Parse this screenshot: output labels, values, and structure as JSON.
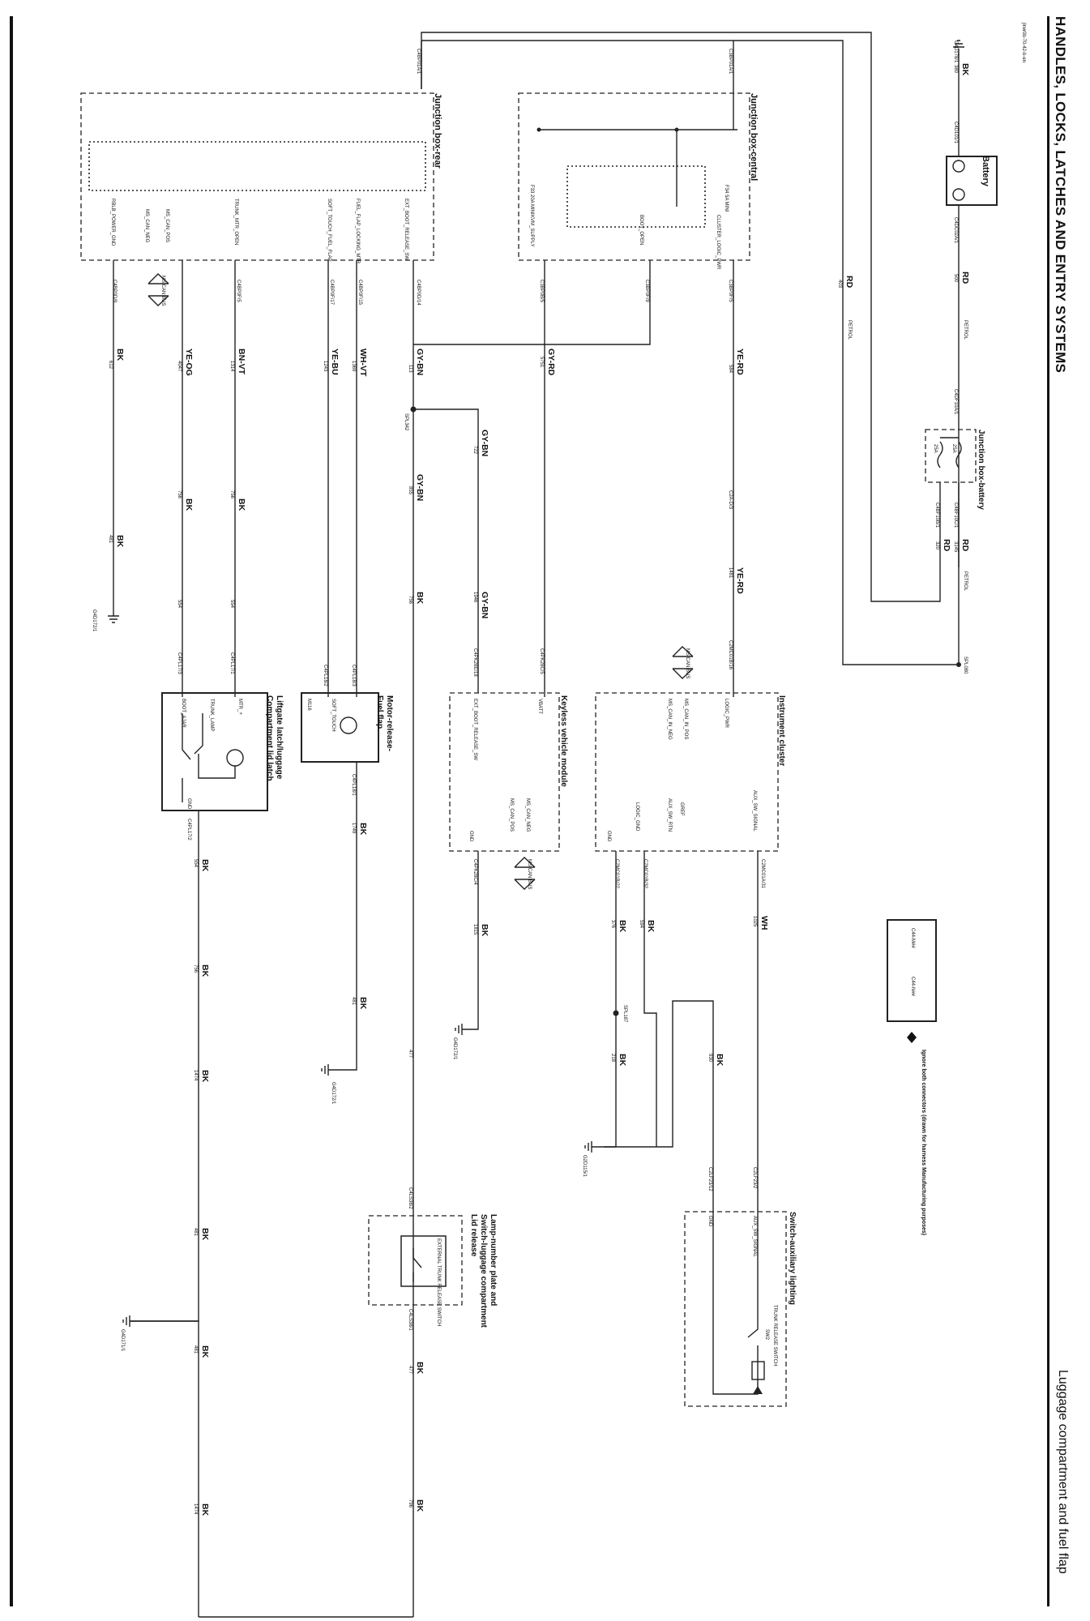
{
  "page_title": "HANDLES, LOCKS, LATCHES AND ENTRY SYSTEMS",
  "page_subtitle": "Luggage compartment and fuel flap",
  "drawing_id": "jlrwr0b-70-42-b-en",
  "legend": {
    "connector_a": "C44-M##",
    "connector_b": "C44-N##",
    "note": "Ignore both connectors (drawn for harness Manufacturing purposes)"
  },
  "components": {
    "battery": "Battery",
    "jb_battery": "Junction box-battery",
    "jb_central": "Junction box-central",
    "jb_rear": "Junction box-rear",
    "cluster": "Instrument cluster",
    "keyless": "Keyless vehicle module",
    "liftgate_1": "Liftgate latch/luggage",
    "liftgate_2": "Compartment lid latch",
    "fuelflap_1": "Motor-release-",
    "fuelflap_2": "Fuel flap",
    "lamp_1": "Lamp-number plate and",
    "lamp_2": "Switch-luggage compartment",
    "lamp_3": "Lid release",
    "aux_1": "Switch-auxiliary lighting",
    "aux_2": "TRUNK RELEASE SWITCH"
  },
  "wire_colors": {
    "bk": "BK",
    "rd": "RD",
    "yerd": "YE-RD",
    "gyrd": "GY-RD",
    "gybn": "GY-BN",
    "whvt": "WH-VT",
    "yebu": "YE-BU",
    "bnvt": "BN-VT",
    "yeog": "YE-OG",
    "wh": "WH"
  },
  "labels": {
    "petrol": "PETROL",
    "spl080": "SPL080",
    "spl342": "SPL342",
    "spl187": "SPL187",
    "g4d178": "G4D178/1",
    "g4d172": "G4D172/1",
    "g4d171": "G4D171/1",
    "g2d115": "G2D115/1",
    "c4bp01a": "C4BP01A/1",
    "c3bp01a": "C3BP01A/1",
    "c4d101": "C4D101/1",
    "c4dc02a": "C4DC02A/1",
    "c4df10a": "C4DF10A/1",
    "c4bf10c": "C4BF10C/1",
    "c4bf10b": "C4BF10B/1",
    "f25a": "25A",
    "f34": "F34 5A MINI",
    "f33": "F33 20A MINI",
    "cluster_logic_pwr": "CLUSTER_LOGIC_PWR",
    "boot_open": "BOOT_OPEN",
    "kvm_supply": "KVM_SUPPLY",
    "ext_boot_release_sw": "EXT_BOOT_RELEASE_SW",
    "fuel_flap_locking_mtr": "FUEL_FLAP_LOCKING_MTR",
    "soft_touch_fuel_flap": "SOFT_TOUCH_FUEL_FLAP",
    "trunk_mtr_open": "TRUNK_MTR_OPEN",
    "ms_can_pos": "MS_CAN_POS",
    "ms_can_neg": "MS_CAN_NEG",
    "rblb_power_gnd": "RBLB_POWER_GND",
    "ms_can_bus": "MS CAN BUS",
    "logic_pwr": "LOGIC_PWR",
    "ms_can_in_pos": "MS_CAN_IN_POS",
    "ms_can_in_neg": "MS_CAN_IN_NEG",
    "aux_sw_signal": "AUX_SW_SIGNAL",
    "aux_sw_rtn": "AUX_SW_RTN",
    "logic_gnd": "LOGIC_GND",
    "gref": "GREF",
    "vbatt": "VBATT",
    "gnd": "GND",
    "boot_ajar": "BOOT_AJAR",
    "trunk_lamp": "TRUNK_LAMP",
    "mtr": "MTR_+",
    "soft_touch": "SOFT_TOUCH",
    "m116": "M116",
    "external_trunk": "EXTERNAL TRUNK RELEASE SWITCH",
    "trunk_release_switch": "TRUNK RELEASE SWITCH",
    "sw2": "SW2",
    "c4bp0d14": "C4BP0D/14",
    "c4bp0f15": "C4BP0F/15",
    "c4bp0f17": "C4BP0F/17",
    "c4bp0f5": "C4BP0F/5",
    "c4bp0d9": "C4BP0D/9",
    "c3bp0f5": "C3BP0F/5",
    "c3bp0f9": "C3BP0F/9",
    "c3bp0b5": "C3BP0B/5",
    "c2mc01b16": "C2MC01B/16",
    "c4pk28e18": "C4PK28E/18",
    "c4pk28c5": "C4PK28C/5",
    "c2mc01a31": "C2MC01A/31",
    "c2mc01b22": "C2MC01B/22",
    "c2mc01b32": "C2MC01B/32",
    "c4pk28c4": "C4PK28C/4",
    "c4pl171": "C4PL17/1",
    "c4pl173": "C4PL17/3",
    "c4pl172": "C4PL17/2",
    "c4pl182": "C4PL18/2",
    "c4pl183": "C4PL18/3",
    "c4pl181": "C4PL18/1",
    "c4ls382": "C4LS38/2",
    "c4ls381": "C4LS38/1",
    "c2lf232": "C2LF23/2",
    "c2lf2312": "C2LF23/12",
    "c2a03": "C2A-D/3",
    "circ_380": "380",
    "circ_500": "500",
    "circ_403": "403",
    "circ_3145": "3145",
    "circ_320": "320",
    "circ_584": "584",
    "circ_1481": "1481",
    "circ_5751": "5751",
    "circ_113": "113",
    "circ_1369": "1369",
    "circ_1243": "1243",
    "circ_1314": "1314",
    "circ_4047": "4047",
    "circ_612": "612",
    "circ_481": "481",
    "circ_722": "722",
    "circ_855": "855",
    "circ_756": "756",
    "circ_554": "554",
    "circ_1946": "1946",
    "circ_1749": "1749",
    "circ_1815": "1815",
    "circ_477": "477",
    "circ_1474": "1474",
    "circ_1025": "1025",
    "circ_930": "930",
    "circ_376": "376",
    "circ_594": "594",
    "circ_218": "218",
    "circ_796": "796"
  }
}
